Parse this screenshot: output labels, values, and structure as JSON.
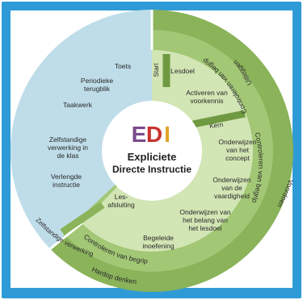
{
  "colors": {
    "frame": "#2f9bd6",
    "panel": "#ffffff",
    "blue_segment": "#bfdde9",
    "blue_ring": "#a9d0e1",
    "green_outer": "#8ab35a",
    "green_mid": "#a2c775",
    "green_inner": "#d2e5b4",
    "white": "#ffffff",
    "text": "#2a2a2a",
    "logo_e": "#7a4a8c",
    "logo_d": "#c8322e",
    "logo_i": "#e0a42b"
  },
  "center": {
    "logo_letters": [
      "E",
      "D",
      "I"
    ],
    "title_line1": "Expliciete",
    "title_line2": "Directe Instructie"
  },
  "blue_items": [
    {
      "text": "Toets"
    },
    {
      "text": "Periodieke\nterugblik"
    },
    {
      "text": "Taakwerk"
    },
    {
      "text": "Zelfstandige\nverwerking in\nde klas"
    },
    {
      "text": "Verlengde\ninstructie"
    },
    {
      "text": "Les-\nafsluiting"
    }
  ],
  "green_items": [
    {
      "text": "Lesdoel"
    },
    {
      "text": "Activeren van\nvoorkennis"
    },
    {
      "text": "Onderwijzen\nvan het\nconcept"
    },
    {
      "text": "Onderwijzen\nvan de\nvaardigheid"
    },
    {
      "text": "Onderwijzen van\nhet belang van\nhet lesdoel"
    },
    {
      "text": "Begeleide\ninoefening"
    }
  ],
  "phase_labels": {
    "start": "Start",
    "kern": "Kern",
    "zelfstandige_verwerking": "Zelfstandige verwerking"
  },
  "ring_labels": {
    "uitleggen": "Uitleggen",
    "controleren_top": "Controleren van begrip",
    "controleren_right": "Controleren van begrip",
    "controleren_bottom": "Controleren van begrip",
    "voordoen": "Voordoen",
    "hardop_denken": "Hardop denken"
  }
}
